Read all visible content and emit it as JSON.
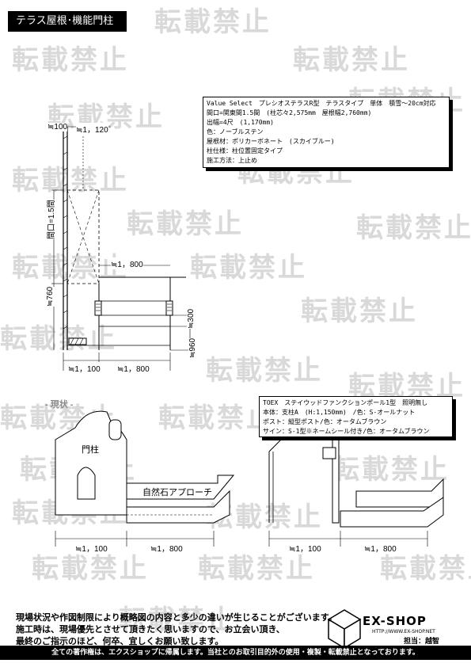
{
  "title": "テラス屋根･機能門柱",
  "watermark_text": "転載禁止",
  "spec_top": {
    "lines": [
      "Value Select　プレシオステラスR型　テラスタイプ　単体　積雪～20cm対応",
      "間口=関東間1.5間　(柱芯々2,575mm　屋根幅2,760mm)",
      "出幅=4尺　(1,170mm)",
      "色：ノーブルステン",
      "屋根材：ポリカーボネート　(スカイブルー)",
      "柱仕様：柱位置固定タイプ",
      "施工方法：上止め"
    ]
  },
  "spec_bottom": {
    "lines": [
      "TOEX　ステイウッドファンクションポール1型　照明無し",
      "本体：支柱A　(H:1,150mm)　/色：S-オールナット",
      "ポスト：縦型ポスト/色：オータムブラウン",
      "サイン：S-1型※ネームシール付き/色：オータムブラウン"
    ]
  },
  "plan_dims": {
    "d100": "≒100",
    "d1120": "≒1，120",
    "opening": "間口=1.5間",
    "d1800_top": "≒1，800",
    "d760": "≒760",
    "d300": "≒300",
    "d960": "≒960",
    "d1100": "≒1，100",
    "d1800_bottom": "≒1，800"
  },
  "current_label": "- 現状 -",
  "gate_label": "門柱",
  "approach_label": "自然石アプローチ",
  "elev_left_dims": {
    "a": "≒1，100",
    "b": "≒1，800"
  },
  "elev_right_dims": {
    "a": "≒1，100",
    "b": "≒1，800"
  },
  "footer": {
    "note_lines": [
      "現場状況や作図制限により概略図の内容と多少の違いが生じることがございます。",
      "施工時は、現場優先とさせて頂きたく思いますので、お立会い頂き、",
      "最終のご指示のほど、何卒、宜しくお願い致します。"
    ],
    "copyright": "全ての著作権は、エクスショップに帰属します。当社とのお取引目的外の使用・複製・転載禁止となっております。",
    "brand": "EX-SHOP",
    "url": "HTTP://WWW.EX-SHOP.NET",
    "person": "担当：越智"
  }
}
